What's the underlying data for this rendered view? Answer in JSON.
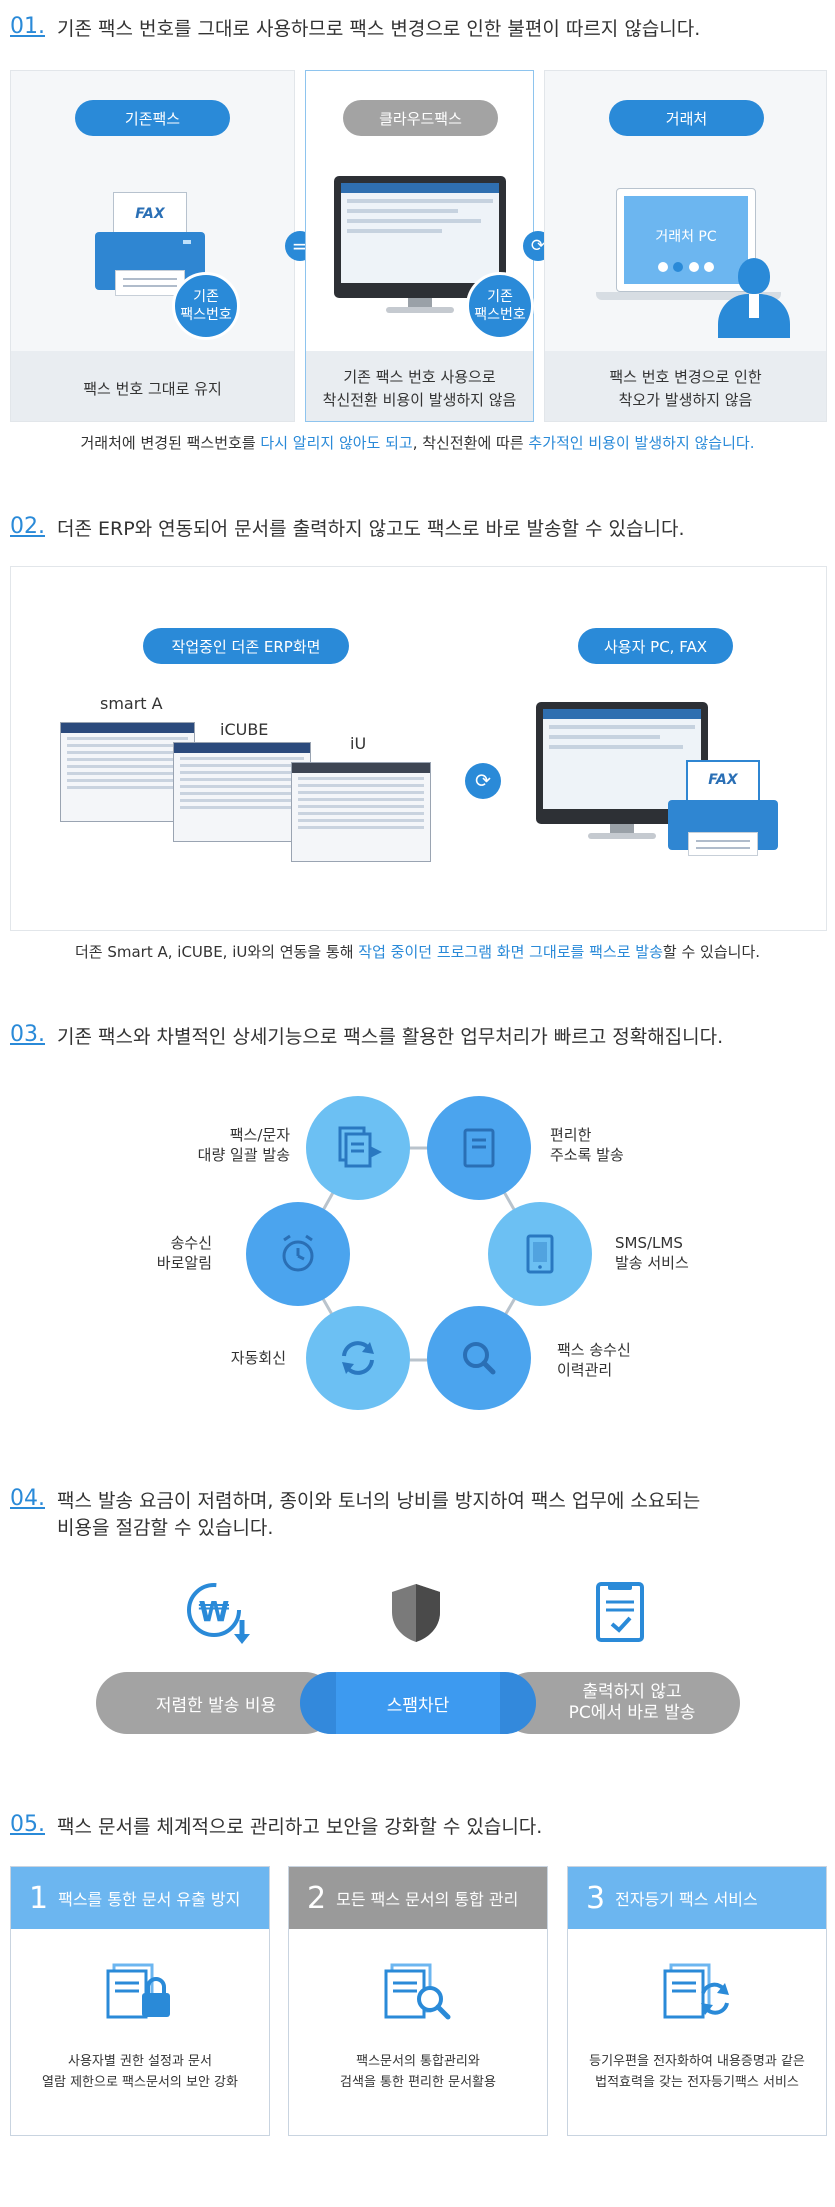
{
  "s1": {
    "num": "01.",
    "title": "기존 팩스 번호를 그대로 사용하므로 팩스 변경으로 인한 불편이 따르지 않습니다.",
    "col1": {
      "pill": "기존팩스",
      "badge": "기존\n팩스번호",
      "fax_label": "FAX",
      "caption": "팩스 번호 그대로 유지"
    },
    "col2": {
      "pill": "클라우드팩스",
      "badge": "기존\n팩스번호",
      "caption1": "기존 팩스 번호 사용으로",
      "caption2": "착신전환 비용이 발생하지 않음"
    },
    "col3": {
      "pill": "거래처",
      "screen_label": "거래처 PC",
      "caption1": "팩스 번호 변경으로 인한",
      "caption2": "착오가 발생하지 않음"
    },
    "note_a": "거래처에 변경된 팩스번호를 ",
    "note_b": "다시 알리지 않아도 되고",
    "note_c": ", 착신전환에 따른 ",
    "note_d": "추가적인 비용이 발생하지 않습니다."
  },
  "s2": {
    "num": "02.",
    "title": "더존 ERP와 연동되어 문서를 출력하지 않고도 팩스로 바로 발송할 수 있습니다.",
    "pill_left": "작업중인 더존 ERP화면",
    "pill_right": "사용자 PC, FAX",
    "lbl_smarta": "smart A",
    "lbl_icube": "iCUBE",
    "lbl_iu": "iU",
    "fax_label": "FAX",
    "note_a": "더존 Smart A, iCUBE, iU와의 연동을 통해 ",
    "note_b": "작업 중이던 프로그램 화면 그대로를 팩스로 발송",
    "note_c": "할 수 있습니다."
  },
  "s3": {
    "num": "03.",
    "title": "기존 팩스와 차별적인 상세기능으로 팩스를 활용한 업무처리가 빠르고 정확해집니다.",
    "f1a": "팩스/문자",
    "f1b": "대량 일괄 발송",
    "f2a": "편리한",
    "f2b": "주소록 발송",
    "f3a": "송수신",
    "f3b": "바로알림",
    "f4a": "SMS/LMS",
    "f4b": "발송 서비스",
    "f5": "자동회신",
    "f6a": "팩스 송수신",
    "f6b": "이력관리"
  },
  "s4": {
    "num": "04.",
    "title1": "팩스 발송 요금이 저렴하며, 종이와 토너의 낭비를 방지하여 팩스 업무에 소요되는",
    "title2": "비용을 절감할 수 있습니다.",
    "b1": "저렴한 발송 비용",
    "b2": "스팸차단",
    "b3a": "출력하지 않고",
    "b3b": "PC에서 바로 발송"
  },
  "s5": {
    "num": "05.",
    "title": "팩스 문서를 체계적으로 관리하고 보안을 강화할 수 있습니다.",
    "p1": {
      "n": "1",
      "head": "팩스를 통한 문서 유출 방지",
      "t1": "사용자별 권한 설정과 문서",
      "t2": "열람 제한으로 팩스문서의 보안 강화"
    },
    "p2": {
      "n": "2",
      "head": "모든 팩스 문서의 통합 관리",
      "t1": "팩스문서의 통합관리와",
      "t2": "검색을 통한 편리한 문서활용"
    },
    "p3": {
      "n": "3",
      "head": "전자등기 팩스 서비스",
      "t1": "등기우편을 전자화하여 내용증명과 같은",
      "t2": "법적효력을 갖는 전자등기팩스 서비스"
    }
  },
  "colors": {
    "accent": "#2a8ad8",
    "light_blue": "#6cb6f0",
    "gray": "#a3a3a3",
    "panel_bg": "#f5f7f9"
  }
}
